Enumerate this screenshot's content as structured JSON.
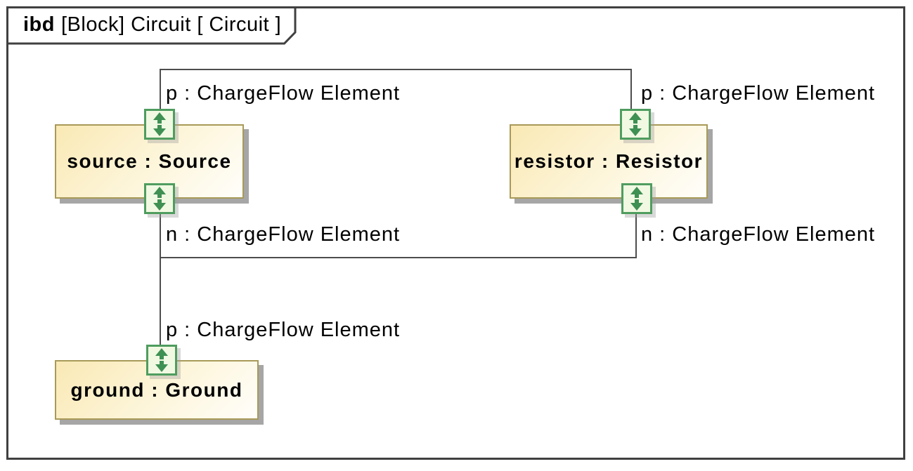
{
  "frame": {
    "title_keyword": "ibd",
    "title_rest": "[Block] Circuit [ Circuit ]"
  },
  "blocks": {
    "source": {
      "label": "source : Source"
    },
    "resistor": {
      "label": "resistor : Resistor"
    },
    "ground": {
      "label": "ground : Ground"
    }
  },
  "ports": {
    "source_p": {
      "label": "p : ChargeFlow Element"
    },
    "source_n": {
      "label": "n : ChargeFlow Element"
    },
    "resistor_p": {
      "label": "p : ChargeFlow Element"
    },
    "resistor_n": {
      "label": "n : ChargeFlow Element"
    },
    "ground_p": {
      "label": "p : ChargeFlow Element"
    }
  },
  "connectors": [
    {
      "from": "source.p",
      "to": "resistor.p"
    },
    {
      "from": "source.n",
      "to": "resistor.n"
    },
    {
      "from": "source.n",
      "to": "ground.p"
    }
  ],
  "colors": {
    "frame-border": "#404040",
    "connector": "#4d4d4d",
    "block-border": "#a89a58",
    "block-fill-start": "#fae9b5",
    "block-fill-end": "#fffefa",
    "block-shadow": "#a6a6a6",
    "port-border": "#4f9d5f",
    "port-fill": "#f1f9e2",
    "port-arrow": "#3f9053",
    "text": "#000000"
  }
}
